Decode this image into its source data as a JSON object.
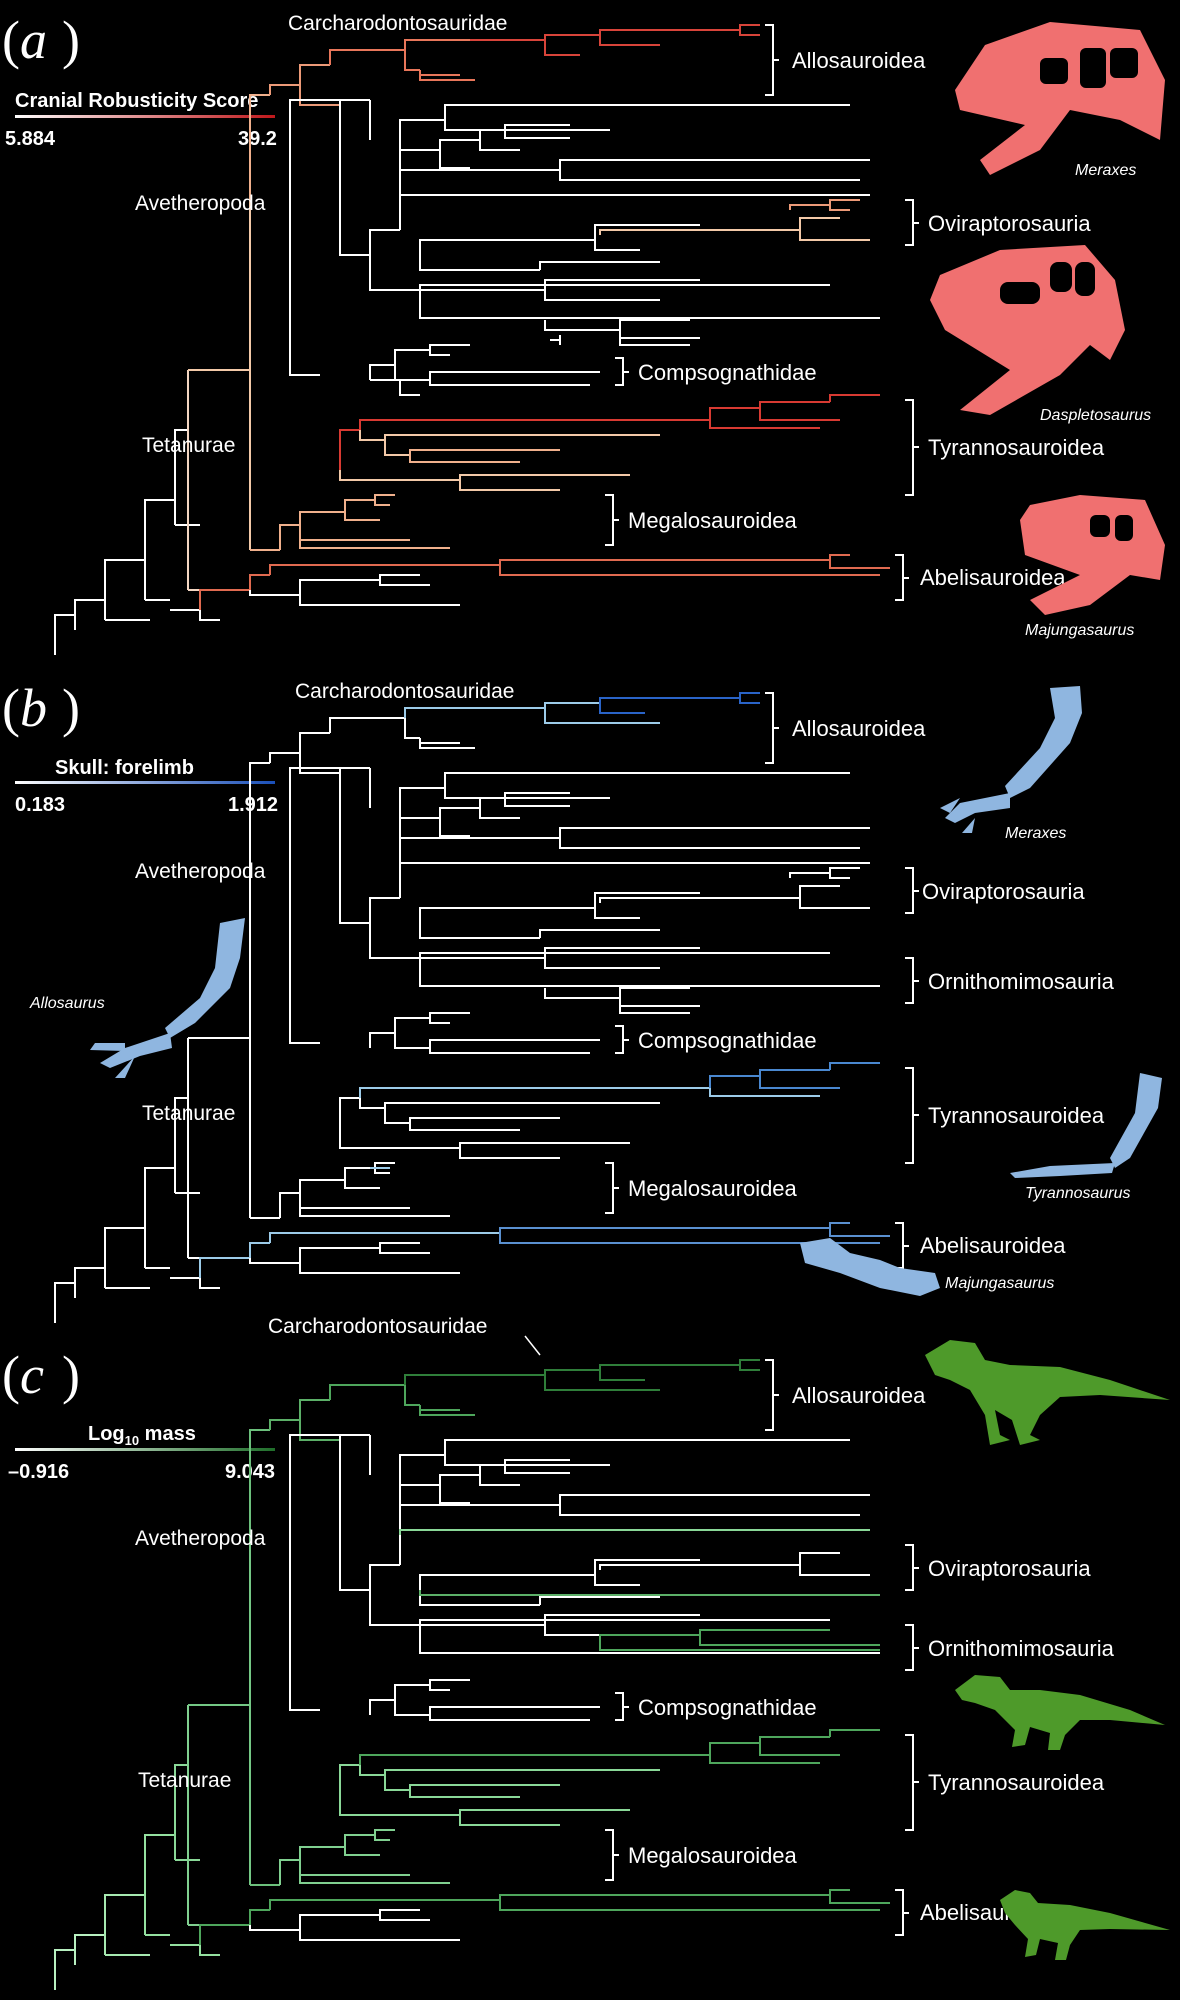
{
  "panels": [
    {
      "letter": "a",
      "scale_title": "Cranial Robusticity Score",
      "scale_min": "5.884",
      "scale_max": "39.2",
      "color_low": "#ffffff",
      "color_high": "#c0181b",
      "node_labels": {
        "carch": "Carcharodontosauridae",
        "avetheropoda": "Avetheropoda",
        "tetanurae": "Tetanurae"
      },
      "clades": [
        "Allosauroidea",
        "Oviraptorosauria",
        "Compsognathidae",
        "Tyrannosauroidea",
        "Megalosauroidea",
        "Abelisauroidea"
      ],
      "taxa": [
        "Meraxes",
        "Daspletosaurus",
        "Majungasaurus"
      ],
      "silhouette_color": "#f07070",
      "silhouette_icons": [
        "skull-meraxes-icon",
        "skull-daspletosaurus-icon",
        "skull-majungasaurus-icon"
      ]
    },
    {
      "letter": "b",
      "scale_title": "Skull: forelimb",
      "scale_min": "0.183",
      "scale_max": "1.912",
      "color_low": "#ffffff",
      "color_high": "#1a4fb8",
      "node_labels": {
        "carch": "Carcharodontosauridae",
        "avetheropoda": "Avetheropoda",
        "tetanurae": "Tetanurae"
      },
      "clades": [
        "Allosauroidea",
        "Oviraptorosauria",
        "Ornithomimosauria",
        "Compsognathidae",
        "Tyrannosauroidea",
        "Megalosauroidea",
        "Abelisauroidea"
      ],
      "taxa": [
        "Meraxes",
        "Allosaurus",
        "Tyrannosaurus",
        "Majungasaurus"
      ],
      "silhouette_color": "#8fb6e0",
      "silhouette_icons": [
        "forelimb-meraxes-icon",
        "forelimb-allosaurus-icon",
        "forelimb-tyrannosaurus-icon",
        "forelimb-majungasaurus-icon"
      ]
    },
    {
      "letter": "c",
      "scale_title_main": "Log",
      "scale_title_sub": "10",
      "scale_title_rest": " mass",
      "scale_min": "–0.916",
      "scale_max": "9.043",
      "color_low": "#ffffff",
      "color_high": "#1f6e2a",
      "node_labels": {
        "carch": "Carcharodontosauridae",
        "avetheropoda": "Avetheropoda",
        "tetanurae": "Tetanurae"
      },
      "clades": [
        "Allosauroidea",
        "Oviraptorosauria",
        "Ornithomimosauria",
        "Compsognathidae",
        "Tyrannosauroidea",
        "Megalosauroidea",
        "Abelisauroidea"
      ],
      "silhouette_color": "#4e9a2a",
      "silhouette_icons": [
        "allosauroid-silhouette-icon",
        "tyrannosaur-silhouette-icon",
        "abelisaur-silhouette-icon"
      ]
    }
  ]
}
